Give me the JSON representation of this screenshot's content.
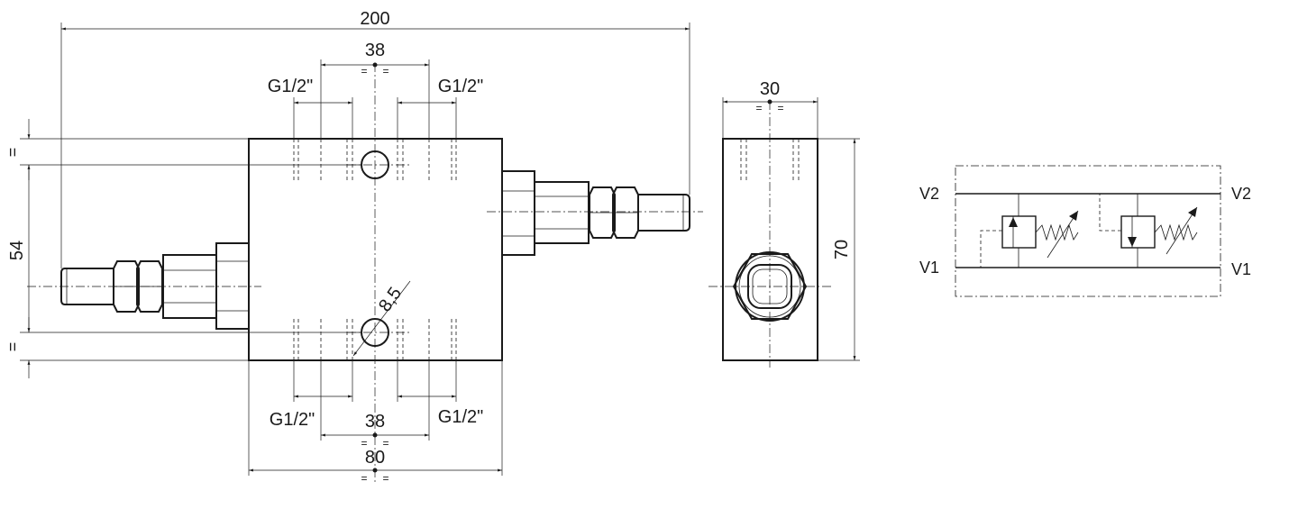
{
  "dimensions": {
    "overall_length": "200",
    "port_spacing_top": "38",
    "port_spacing_bottom": "38",
    "block_width": "80",
    "side_width": "30",
    "side_height": "70",
    "port_height": "54",
    "hole_diameter": "8,5",
    "equal_mark": "="
  },
  "ports": {
    "top_left": "G1/2\"",
    "top_right": "G1/2\"",
    "bottom_left": "G1/2\"",
    "bottom_right": "G1/2\""
  },
  "schematic": {
    "v2_left": "V2",
    "v2_right": "V2",
    "v1_left": "V1",
    "v1_right": "V1"
  },
  "colors": {
    "line": "#1a1a1a",
    "background": "#ffffff"
  }
}
